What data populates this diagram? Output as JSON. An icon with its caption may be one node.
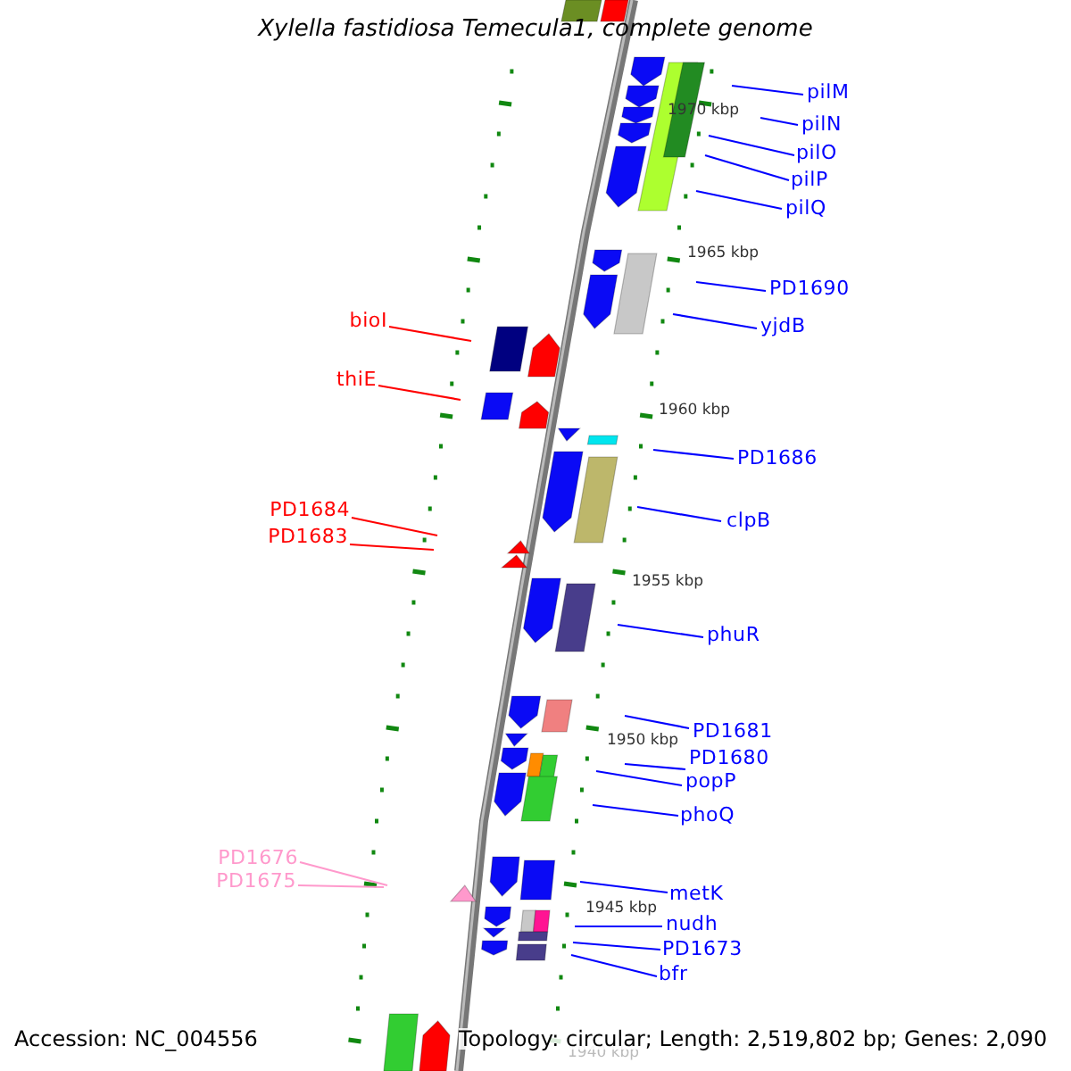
{
  "diagram": {
    "title": "Xylella fastidiosa Temecula1, complete genome",
    "nodes": [
      {
        "text": [
          "pilM"
        ]
      },
      {
        "text": [
          "pilN"
        ]
      },
      {
        "text": [
          "pilO"
        ]
      },
      {
        "text": [
          "pilP"
        ]
      },
      {
        "text": [
          "pilQ"
        ]
      },
      {
        "text": [
          "PD1690"
        ]
      },
      {
        "text": [
          "yjdB"
        ]
      },
      {
        "text": [
          "PD1686"
        ]
      },
      {
        "text": [
          "clpB"
        ]
      },
      {
        "text": [
          "phuR"
        ]
      },
      {
        "text": [
          "PD1681"
        ]
      },
      {
        "text": [
          "PD1680"
        ]
      },
      {
        "text": [
          "popP"
        ]
      },
      {
        "text": [
          "phoQ"
        ]
      },
      {
        "text": [
          "metK"
        ]
      },
      {
        "text": [
          "nudh"
        ]
      },
      {
        "text": [
          "PD1673"
        ]
      },
      {
        "text": [
          "bfr"
        ]
      },
      {
        "text": [
          "bioI"
        ]
      },
      {
        "text": [
          "thiE"
        ]
      },
      {
        "text": [
          "PD1684"
        ]
      },
      {
        "text": [
          "PD1683"
        ]
      },
      {
        "text": [
          "PD1676"
        ]
      },
      {
        "text": [
          "PD1675"
        ]
      }
    ],
    "edges": [
      {
        "from": 0,
        "to": null,
        "arrow": "none"
      },
      {
        "from": 1,
        "to": null,
        "arrow": "none"
      },
      {
        "from": 2,
        "to": null,
        "arrow": "none"
      },
      {
        "from": 3,
        "to": null,
        "arrow": "none"
      },
      {
        "from": 4,
        "to": null,
        "arrow": "none"
      },
      {
        "from": 5,
        "to": null,
        "arrow": "none"
      },
      {
        "from": 6,
        "to": null,
        "arrow": "none"
      },
      {
        "from": 7,
        "to": null,
        "arrow": "none"
      },
      {
        "from": 8,
        "to": null,
        "arrow": "none"
      },
      {
        "from": 9,
        "to": null,
        "arrow": "none"
      },
      {
        "from": 10,
        "to": null,
        "arrow": "none"
      },
      {
        "from": 11,
        "to": null,
        "arrow": "none"
      },
      {
        "from": 12,
        "to": null,
        "arrow": "none"
      },
      {
        "from": 13,
        "to": null,
        "arrow": "none"
      },
      {
        "from": 14,
        "to": null,
        "arrow": "none"
      },
      {
        "from": 15,
        "to": null,
        "arrow": "none"
      },
      {
        "from": 16,
        "to": null,
        "arrow": "none"
      },
      {
        "from": 17,
        "to": null,
        "arrow": "none"
      },
      {
        "from": 18,
        "to": null,
        "arrow": "none",
        "color": "#ff0000"
      },
      {
        "from": 19,
        "to": null,
        "arrow": "none",
        "color": "#ff0000"
      },
      {
        "from": 20,
        "to": null,
        "arrow": "none",
        "color": "#ff0000"
      },
      {
        "from": 21,
        "to": null,
        "arrow": "none",
        "color": "#ff0000"
      },
      {
        "from": 22,
        "to": null,
        "arrow": "none",
        "color": "#ff99cc"
      },
      {
        "from": 23,
        "to": null,
        "arrow": "none",
        "color": "#ff99cc"
      }
    ],
    "labels": [
      "1970 kbp",
      "1965 kbp",
      "1960 kbp",
      "1955 kbp",
      "1950 kbp",
      "1945 kbp",
      "1940 kbp",
      "Accession: NC_004556",
      "Topology: circular; Length: 2,519,802 bp; Genes: 2,090"
    ]
  }
}
